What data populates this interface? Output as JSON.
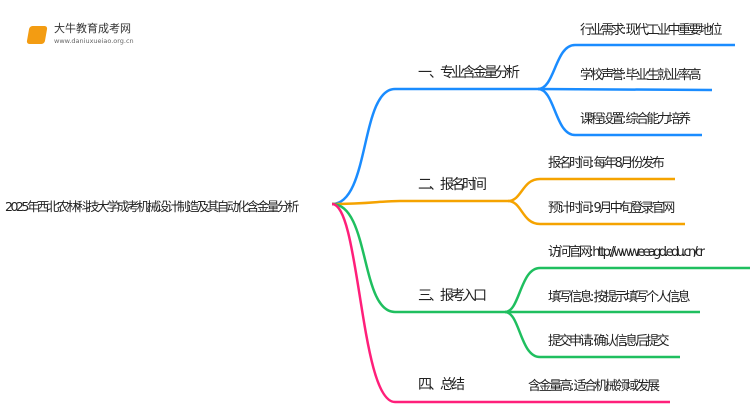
{
  "logo": {
    "name": "大牛教育成考网",
    "url": "www.daniuxueiao.org.cn"
  },
  "root": "2025年西北农林科技大学成考机械设计制造及其自动化含金量分析",
  "branches": [
    {
      "label": "一、专业含金量分析",
      "color": "#1a8cff",
      "children": [
        "行业需求: 现代工业中重要地位",
        "学校声誉: 毕业生就业率高",
        "课程设置: 综合能力培养"
      ]
    },
    {
      "label": "二、报名时间",
      "color": "#f5a300",
      "children": [
        "报名时间: 每年8月份发布",
        "预计时间: 9月中旬登录官网"
      ]
    },
    {
      "label": "三、报考入口",
      "color": "#1fbf5f",
      "children": [
        "访问官网: http://www.eeagd.edu.cn/cr",
        "填写信息: 按提示填写个人信息",
        "提交申请: 确认信息后提交"
      ]
    },
    {
      "label": "四、总结",
      "color": "#ff1f7a",
      "children": [
        "含金量高: 适合机械领域发展"
      ]
    }
  ]
}
